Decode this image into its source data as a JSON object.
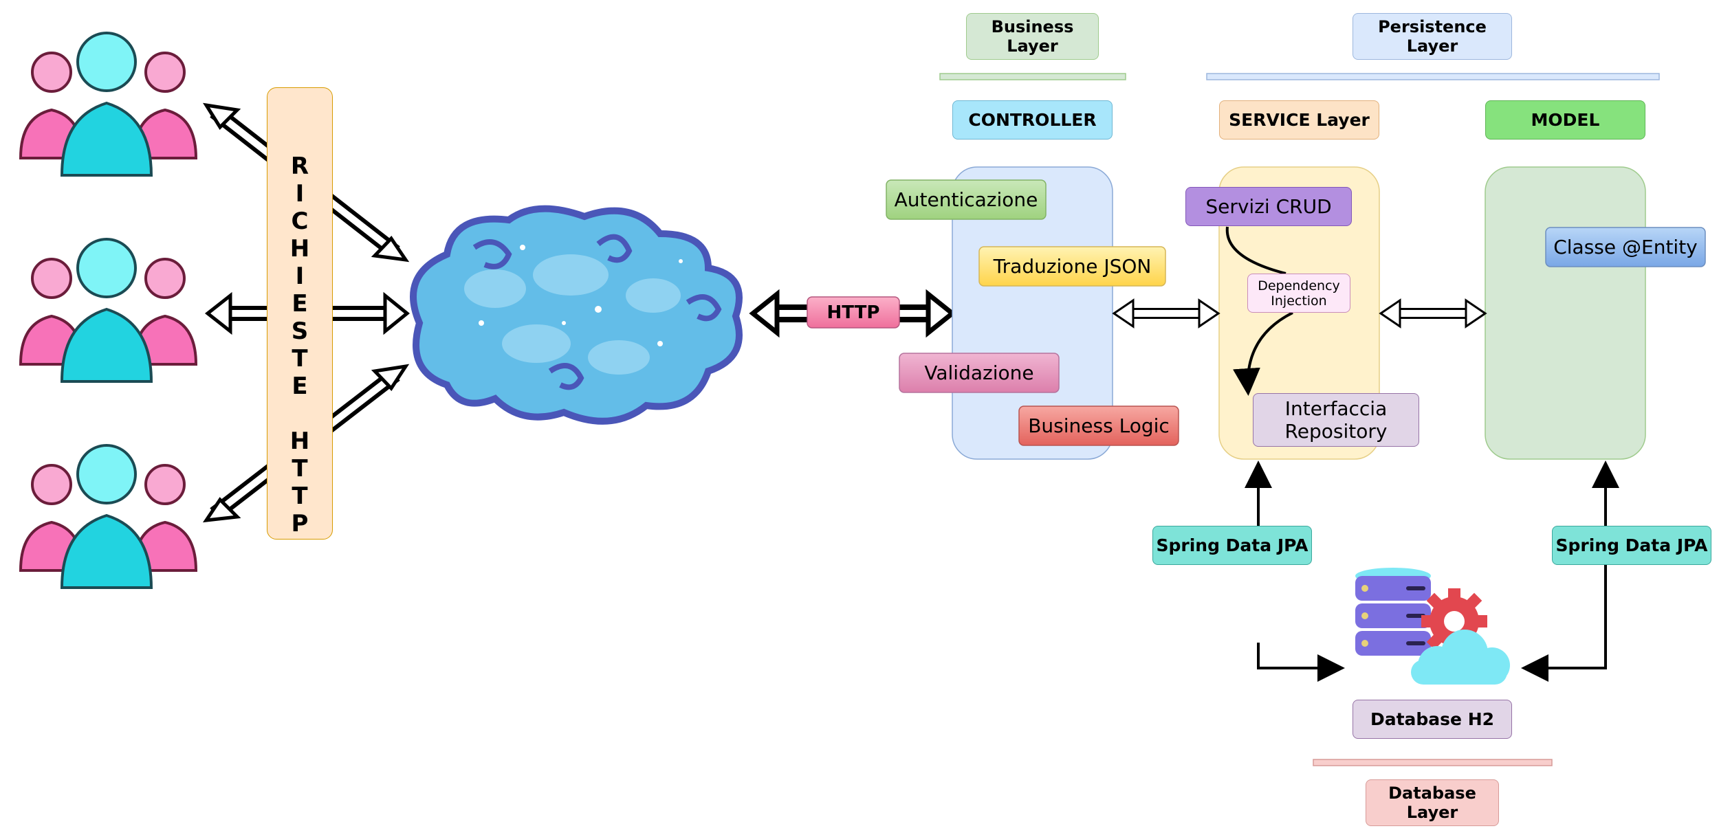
{
  "labels": {
    "richieste": [
      "R",
      "I",
      "C",
      "H",
      "I",
      "E",
      "S",
      "T",
      "E",
      "",
      "H",
      "T",
      "T",
      "P"
    ],
    "http": "HTTP",
    "business_layer": [
      "Business",
      "Layer"
    ],
    "persistence_layer": [
      "Persistence",
      "Layer"
    ],
    "controller": "CONTROLLER",
    "service": "SERVICE Layer",
    "model": "MODEL",
    "autenticazione": "Autenticazione",
    "traduzione_json": "Traduzione JSON",
    "validazione": "Validazione",
    "business_logic": "Business Logic",
    "servizi_crud": "Servizi CRUD",
    "dependency_injection": [
      "Dependency",
      "Injection"
    ],
    "interfaccia_repository": [
      "Interfaccia",
      "Repository"
    ],
    "classe_entity": "Classe @Entity",
    "spring_data_jpa_left": "Spring Data JPA",
    "spring_data_jpa_right": "Spring Data JPA",
    "database_h2": "Database H2",
    "database_layer": [
      "Database",
      "Layer"
    ]
  },
  "colors": {
    "user_pink": "#f772b8",
    "user_cyan": "#22d3e0",
    "cloud_blue": "#63bde8",
    "cloud_outline": "#4a56b8",
    "controller_header": "#a8e6fb",
    "service_header": "#fde3c6",
    "model_header": "#86e27d",
    "http_badge": "#f590b3",
    "jpa_badge": "#7ee3d8"
  }
}
